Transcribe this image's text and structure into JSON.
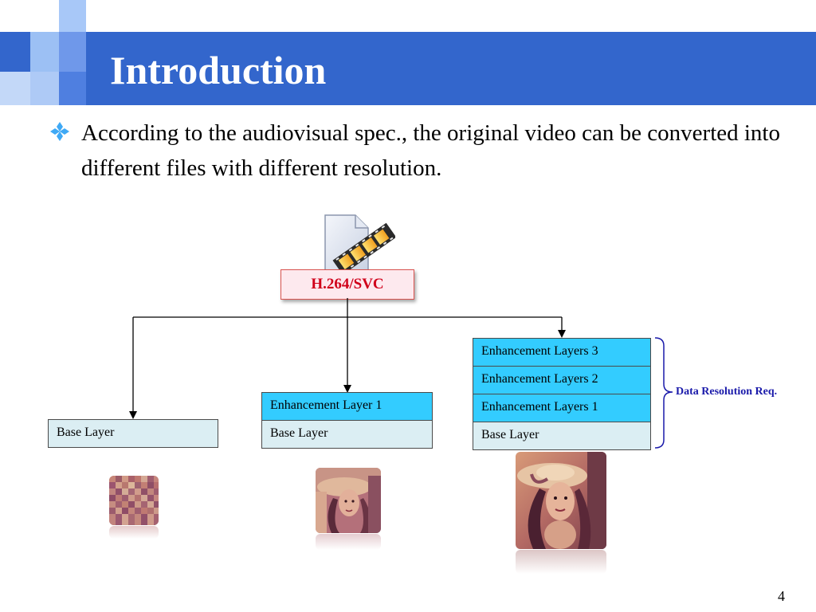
{
  "slide": {
    "title": "Introduction",
    "bullet_text": "According to the audiovisual spec., the original video can be converted into different files with different resolution.",
    "page_number": "4"
  },
  "diagram": {
    "codec_label": "H.264/SVC",
    "stream_1": {
      "layers": [
        "Base Layer"
      ]
    },
    "stream_2": {
      "layers": [
        "Enhancement Layer 1",
        "Base Layer"
      ]
    },
    "stream_3": {
      "layers": [
        "Enhancement Layers 3",
        "Enhancement Layers 2",
        "Enhancement Layers 1",
        "Base Layer"
      ]
    },
    "bracket_label": "Data Resolution Req."
  },
  "colors": {
    "title_bar": "#3366cc",
    "codec_text": "#d0001a",
    "base_layer": "#dbeef3",
    "enhancement_layer": "#33ccff",
    "bracket": "#1a1aaa"
  },
  "icons": {
    "bullet": "diamond-bullet-icon",
    "file": "video-file-icon"
  }
}
